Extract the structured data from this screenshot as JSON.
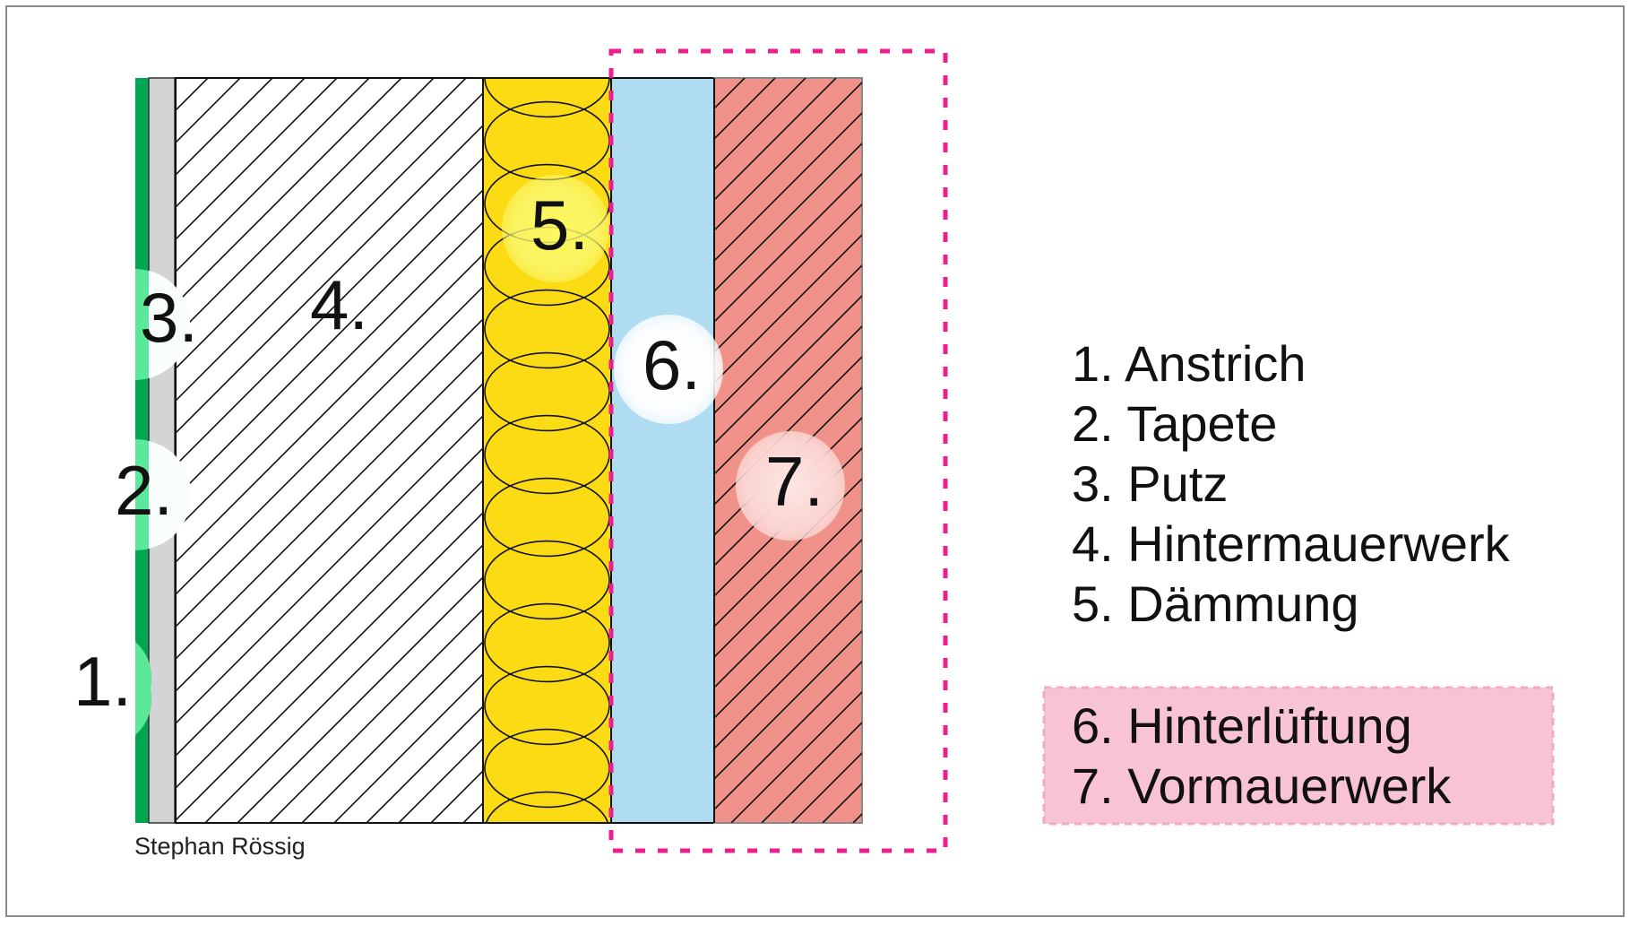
{
  "colors": {
    "background": "#ffffff",
    "frame": "#8a8a8a",
    "paint_green": "#00a651",
    "wallpaper_grey": "#d4d4d4",
    "plaster_white": "#ffffff",
    "insulation_yellow": "#fbdc14",
    "air_gap_blue": "#b0dcf2",
    "facing_brick_red": "#f0928a",
    "outline": "#111111",
    "highlight_pink": "#ec1f8c",
    "legend_box_pink": "#f8c3d2",
    "label_glow_green": "#5ce89a",
    "label_glow_yellow": "#fdfd6a"
  },
  "diagram": {
    "labels": {
      "anstrich": "1.",
      "tapete": "2.",
      "putz": "3.",
      "hintermauerwerk": "4.",
      "daemmung": "5.",
      "hinterlueftung": "6.",
      "vormauerwerk": "7."
    },
    "credit": "Stephan Rössig"
  },
  "legend": {
    "items": [
      "1. Anstrich",
      "2. Tapete",
      "3. Putz",
      "4. Hintermauerwerk",
      "5. Dämmung"
    ],
    "highlighted_items": [
      "6. Hinterlüftung",
      "7. Vormauerwerk"
    ]
  }
}
